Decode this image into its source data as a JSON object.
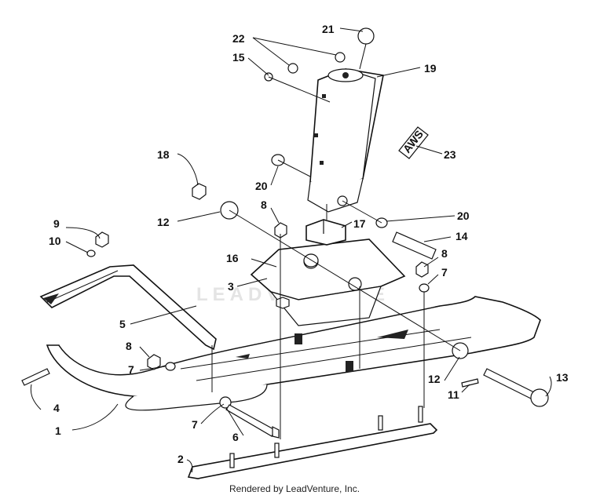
{
  "credit": "Rendered by LeadVenture, Inc.",
  "watermark": "LEADVENTURE",
  "aws_tag": "AWS",
  "callouts": [
    {
      "id": "c1",
      "text": "1"
    },
    {
      "id": "c2",
      "text": "2"
    },
    {
      "id": "c3",
      "text": "3"
    },
    {
      "id": "c4",
      "text": "4"
    },
    {
      "id": "c5",
      "text": "5"
    },
    {
      "id": "c6",
      "text": "6"
    },
    {
      "id": "c7a",
      "text": "7"
    },
    {
      "id": "c7b",
      "text": "7"
    },
    {
      "id": "c7c",
      "text": "7"
    },
    {
      "id": "c8a",
      "text": "8"
    },
    {
      "id": "c8b",
      "text": "8"
    },
    {
      "id": "c8c",
      "text": "8"
    },
    {
      "id": "c9",
      "text": "9"
    },
    {
      "id": "c10",
      "text": "10"
    },
    {
      "id": "c11",
      "text": "11"
    },
    {
      "id": "c12a",
      "text": "12"
    },
    {
      "id": "c12b",
      "text": "12"
    },
    {
      "id": "c13",
      "text": "13"
    },
    {
      "id": "c14",
      "text": "14"
    },
    {
      "id": "c15",
      "text": "15"
    },
    {
      "id": "c16",
      "text": "16"
    },
    {
      "id": "c17",
      "text": "17"
    },
    {
      "id": "c18",
      "text": "18"
    },
    {
      "id": "c19",
      "text": "19"
    },
    {
      "id": "c20a",
      "text": "20"
    },
    {
      "id": "c20b",
      "text": "20"
    },
    {
      "id": "c21",
      "text": "21"
    },
    {
      "id": "c22",
      "text": "22"
    },
    {
      "id": "c23",
      "text": "23"
    }
  ]
}
